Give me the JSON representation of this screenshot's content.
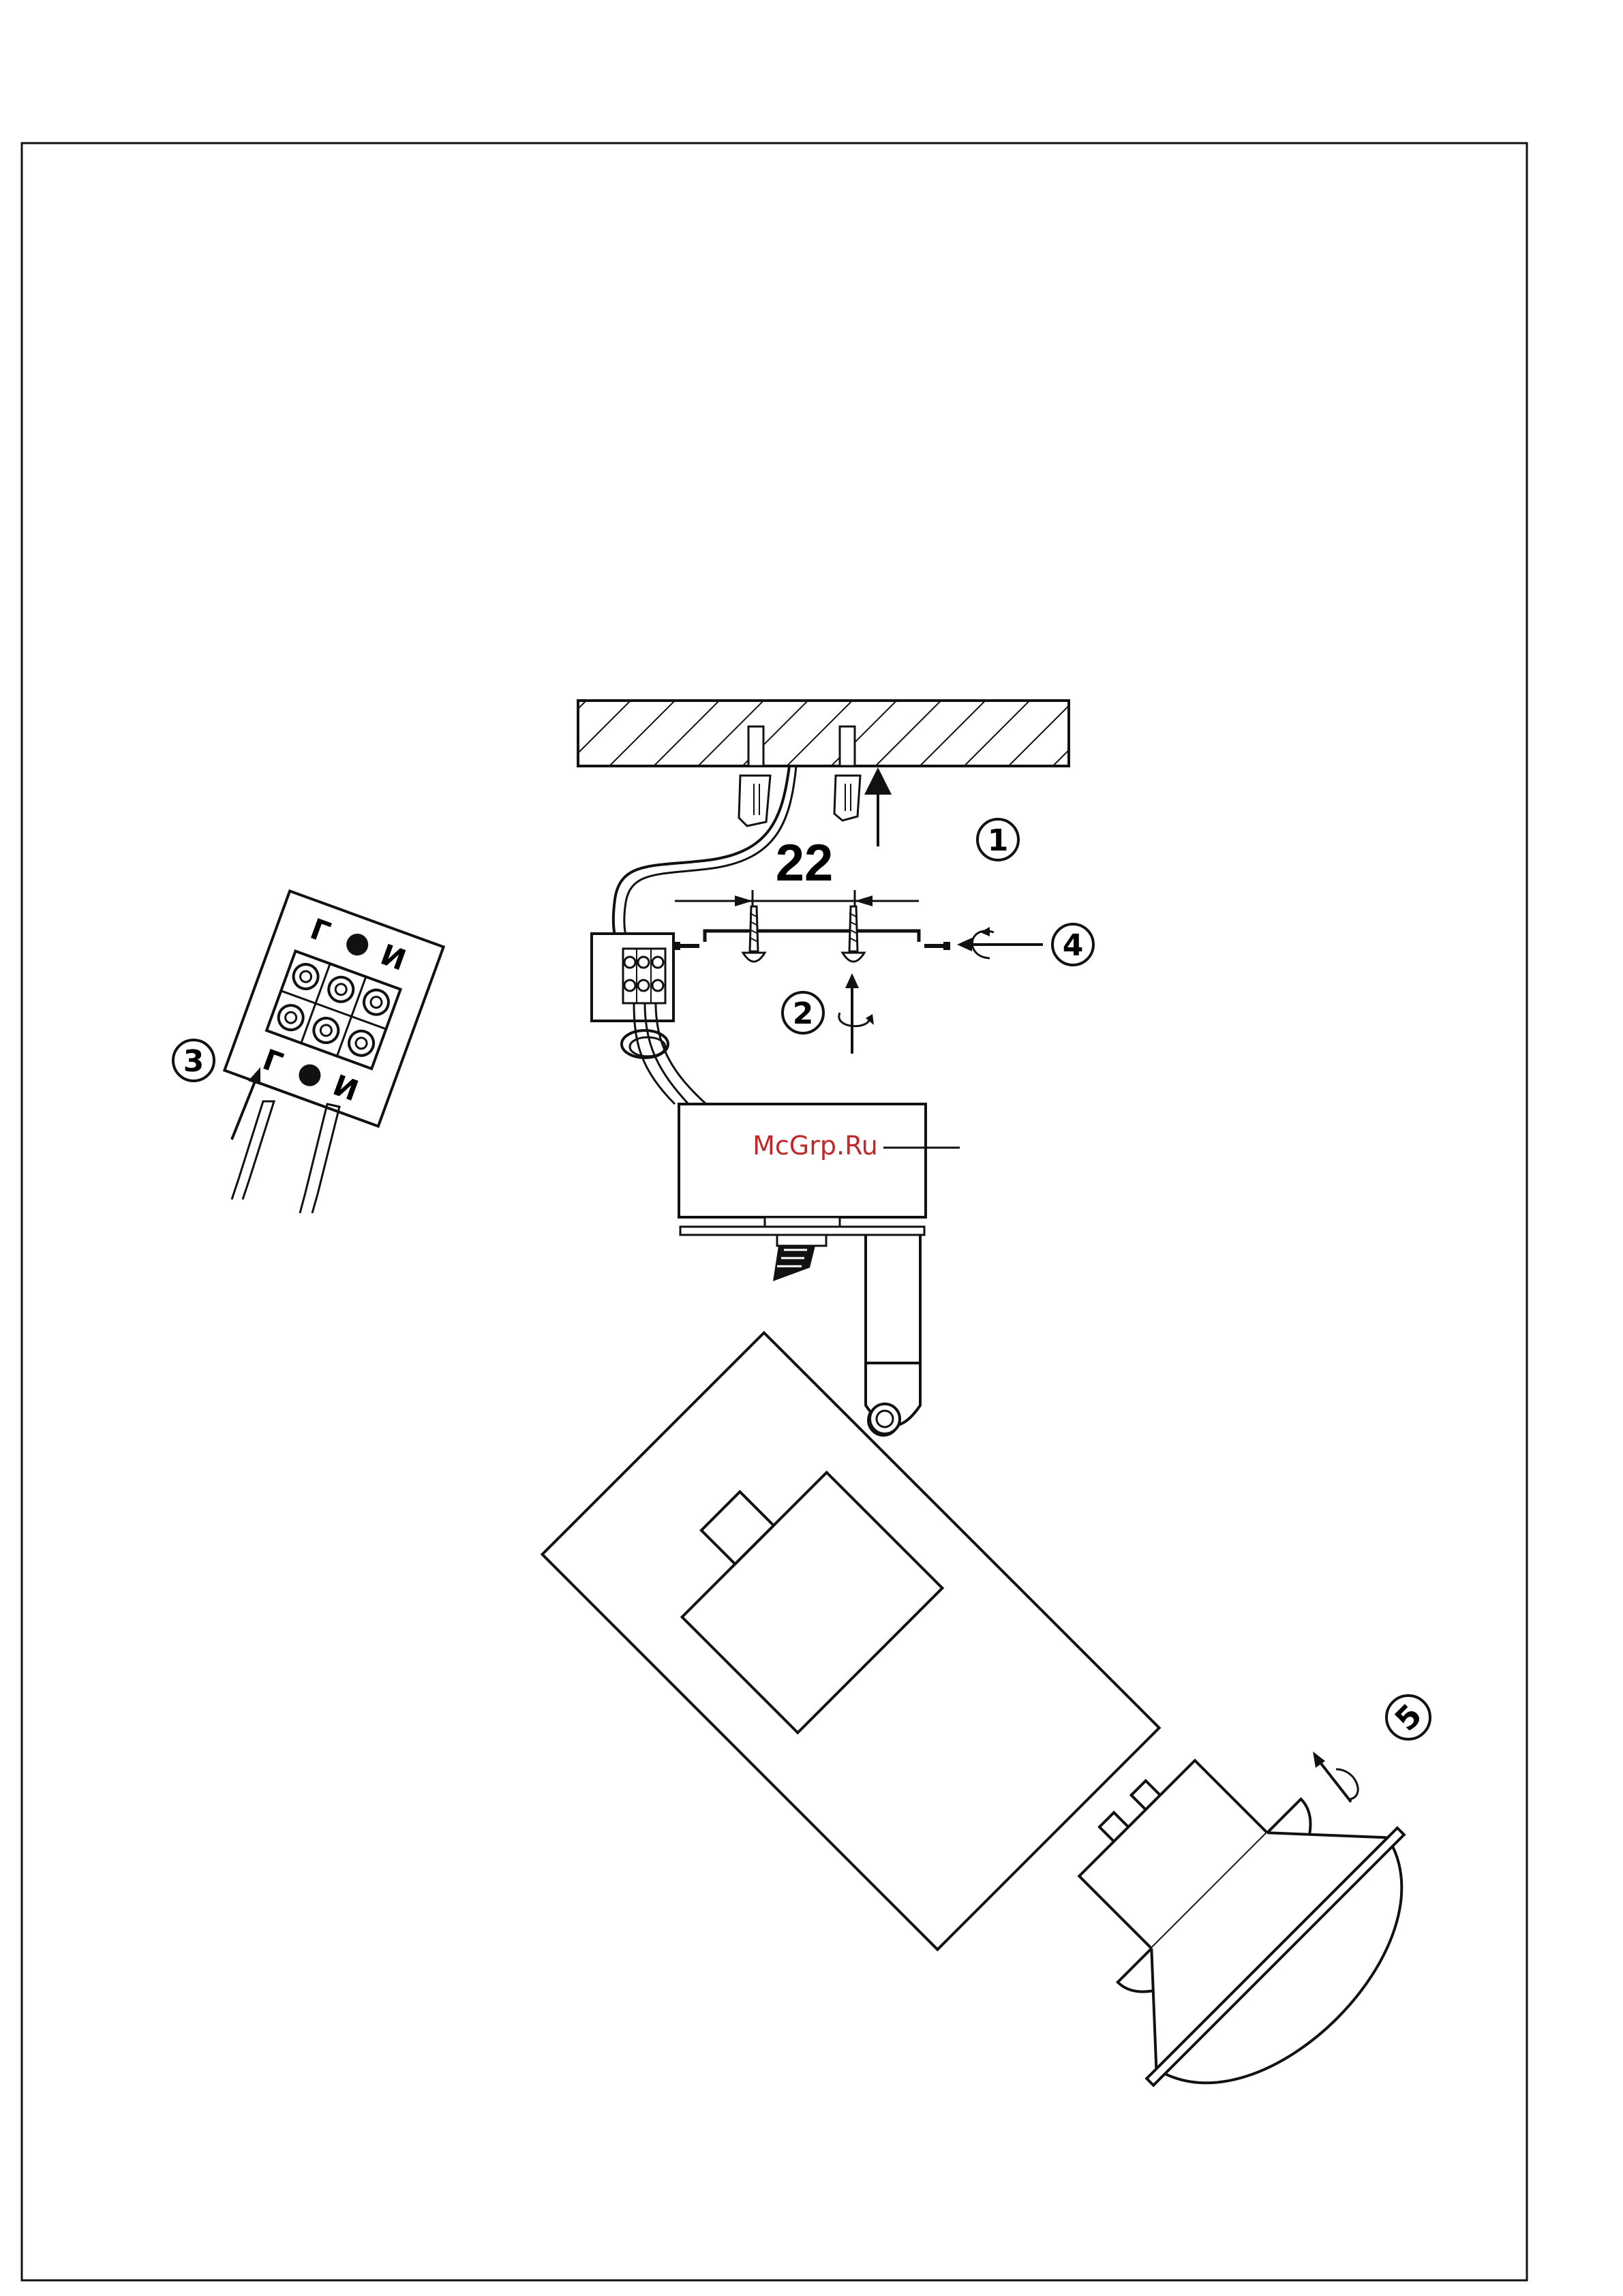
{
  "steps": {
    "step1": "1",
    "step2": "2",
    "step3": "3",
    "step4": "4",
    "step5": "5"
  },
  "dimension": "22",
  "watermark": "McGrp.Ru",
  "terminal_labels": {
    "live": "Г",
    "neutral": "И"
  },
  "colors": {
    "line": "#111111",
    "watermark": "#c0282a"
  }
}
